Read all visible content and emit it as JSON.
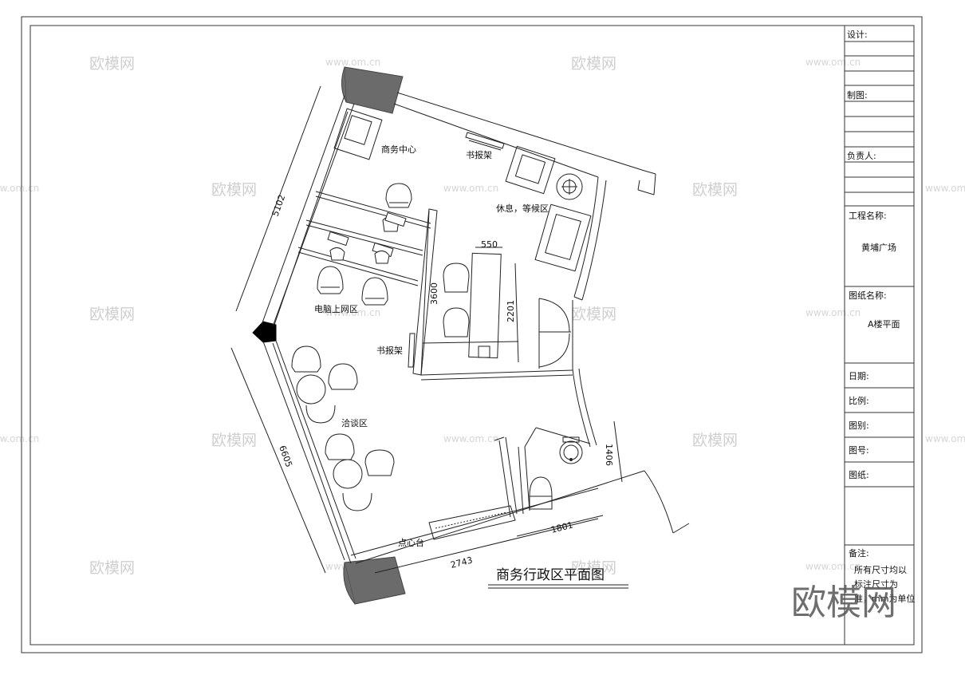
{
  "drawing": {
    "title": "商务行政区平面图",
    "rooms": {
      "business_center": "商务中心",
      "newspaper_rack_top": "书报架",
      "rest_waiting": "休息，等候区",
      "internet_area": "电脑上网区",
      "newspaper_rack_mid": "书报架",
      "negotiation_area": "洽谈区",
      "snack_counter": "点心台"
    },
    "dimensions": {
      "d5102": "5102",
      "d6605": "6605",
      "d3600": "3600",
      "d550": "550",
      "d2201": "2201",
      "d1406": "1406",
      "d1801": "1801",
      "d2743": "2743"
    }
  },
  "title_block": {
    "design_label": "设计:",
    "drawing_label": "制图:",
    "responsible_label": "负责人:",
    "project_name_label": "工程名称:",
    "project_name_value": "黄埔广场",
    "drawing_name_label": "图纸名称:",
    "drawing_name_value": "A楼平面",
    "date_label": "日期:",
    "scale_label": "比例:",
    "category_label": "图别:",
    "number_label": "图号:",
    "paper_label": "图纸:",
    "remarks_label": "备注:",
    "remarks_line1": "所有尺寸均以",
    "remarks_line2": "标注尺寸为",
    "remarks_line3": "准，mm为单位"
  },
  "watermark": {
    "logo_text": "欧模网",
    "url_text": "www.om.cn"
  }
}
